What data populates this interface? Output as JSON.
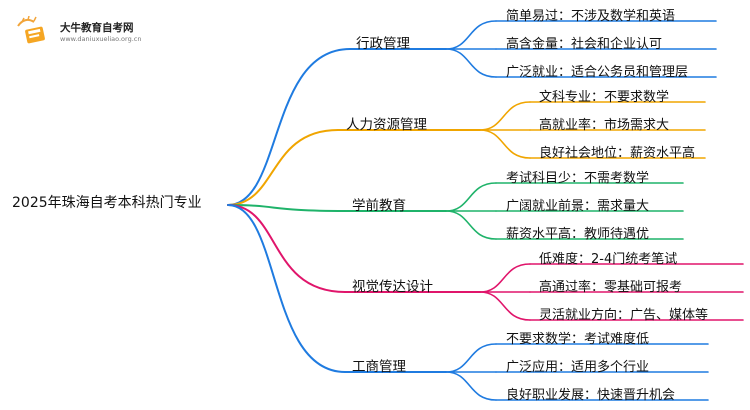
{
  "logo": {
    "name": "大牛教育自考网",
    "url": "www.daniuxueliao.org.cn"
  },
  "mindmap": {
    "root": "2025年珠海自考本科热门专业",
    "branches": [
      {
        "label": "行政管理",
        "color": "#1f7be0",
        "leaves": [
          "简单易过：不涉及数学和英语",
          "高含金量：社会和企业认可",
          "广泛就业：适合公务员和管理层"
        ]
      },
      {
        "label": "人力资源管理",
        "color": "#f0a500",
        "leaves": [
          "文科专业：不要求数学",
          "高就业率：市场需求大",
          "良好社会地位：薪资水平高"
        ]
      },
      {
        "label": "学前教育",
        "color": "#1fb36a",
        "leaves": [
          "考试科目少：不需考数学",
          "广阔就业前景：需求量大",
          "薪资水平高：教师待遇优"
        ]
      },
      {
        "label": "视觉传达设计",
        "color": "#e0156b",
        "leaves": [
          "低难度：2-4门统考笔试",
          "高通过率：零基础可报考",
          "灵活就业方向：广告、媒体等"
        ]
      },
      {
        "label": "工商管理",
        "color": "#1f7be0",
        "leaves": [
          "不要求数学：考试难度低",
          "广泛应用：适用多个行业",
          "良好职业发展：快速晋升机会"
        ]
      }
    ]
  }
}
